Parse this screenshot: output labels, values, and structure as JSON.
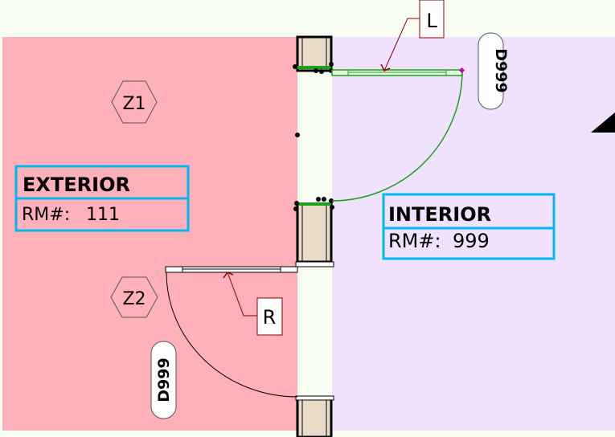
{
  "rooms": [
    {
      "name": "EXTERIOR",
      "number_label": "RM#:",
      "number": "111"
    },
    {
      "name": "INTERIOR",
      "number_label": "RM#:",
      "number": "999"
    }
  ],
  "zones": [
    "Z1",
    "Z2"
  ],
  "door_tags": [
    "D999",
    "D999"
  ],
  "callouts": [
    "L",
    "R"
  ],
  "colors": {
    "exterior": "#ffb0b8",
    "interior": "#f0e2ff",
    "corridor": "#f8fff2",
    "tag_border": "#00b8f0",
    "callout": "#8b0000",
    "selected_door": "#1aa01a"
  }
}
